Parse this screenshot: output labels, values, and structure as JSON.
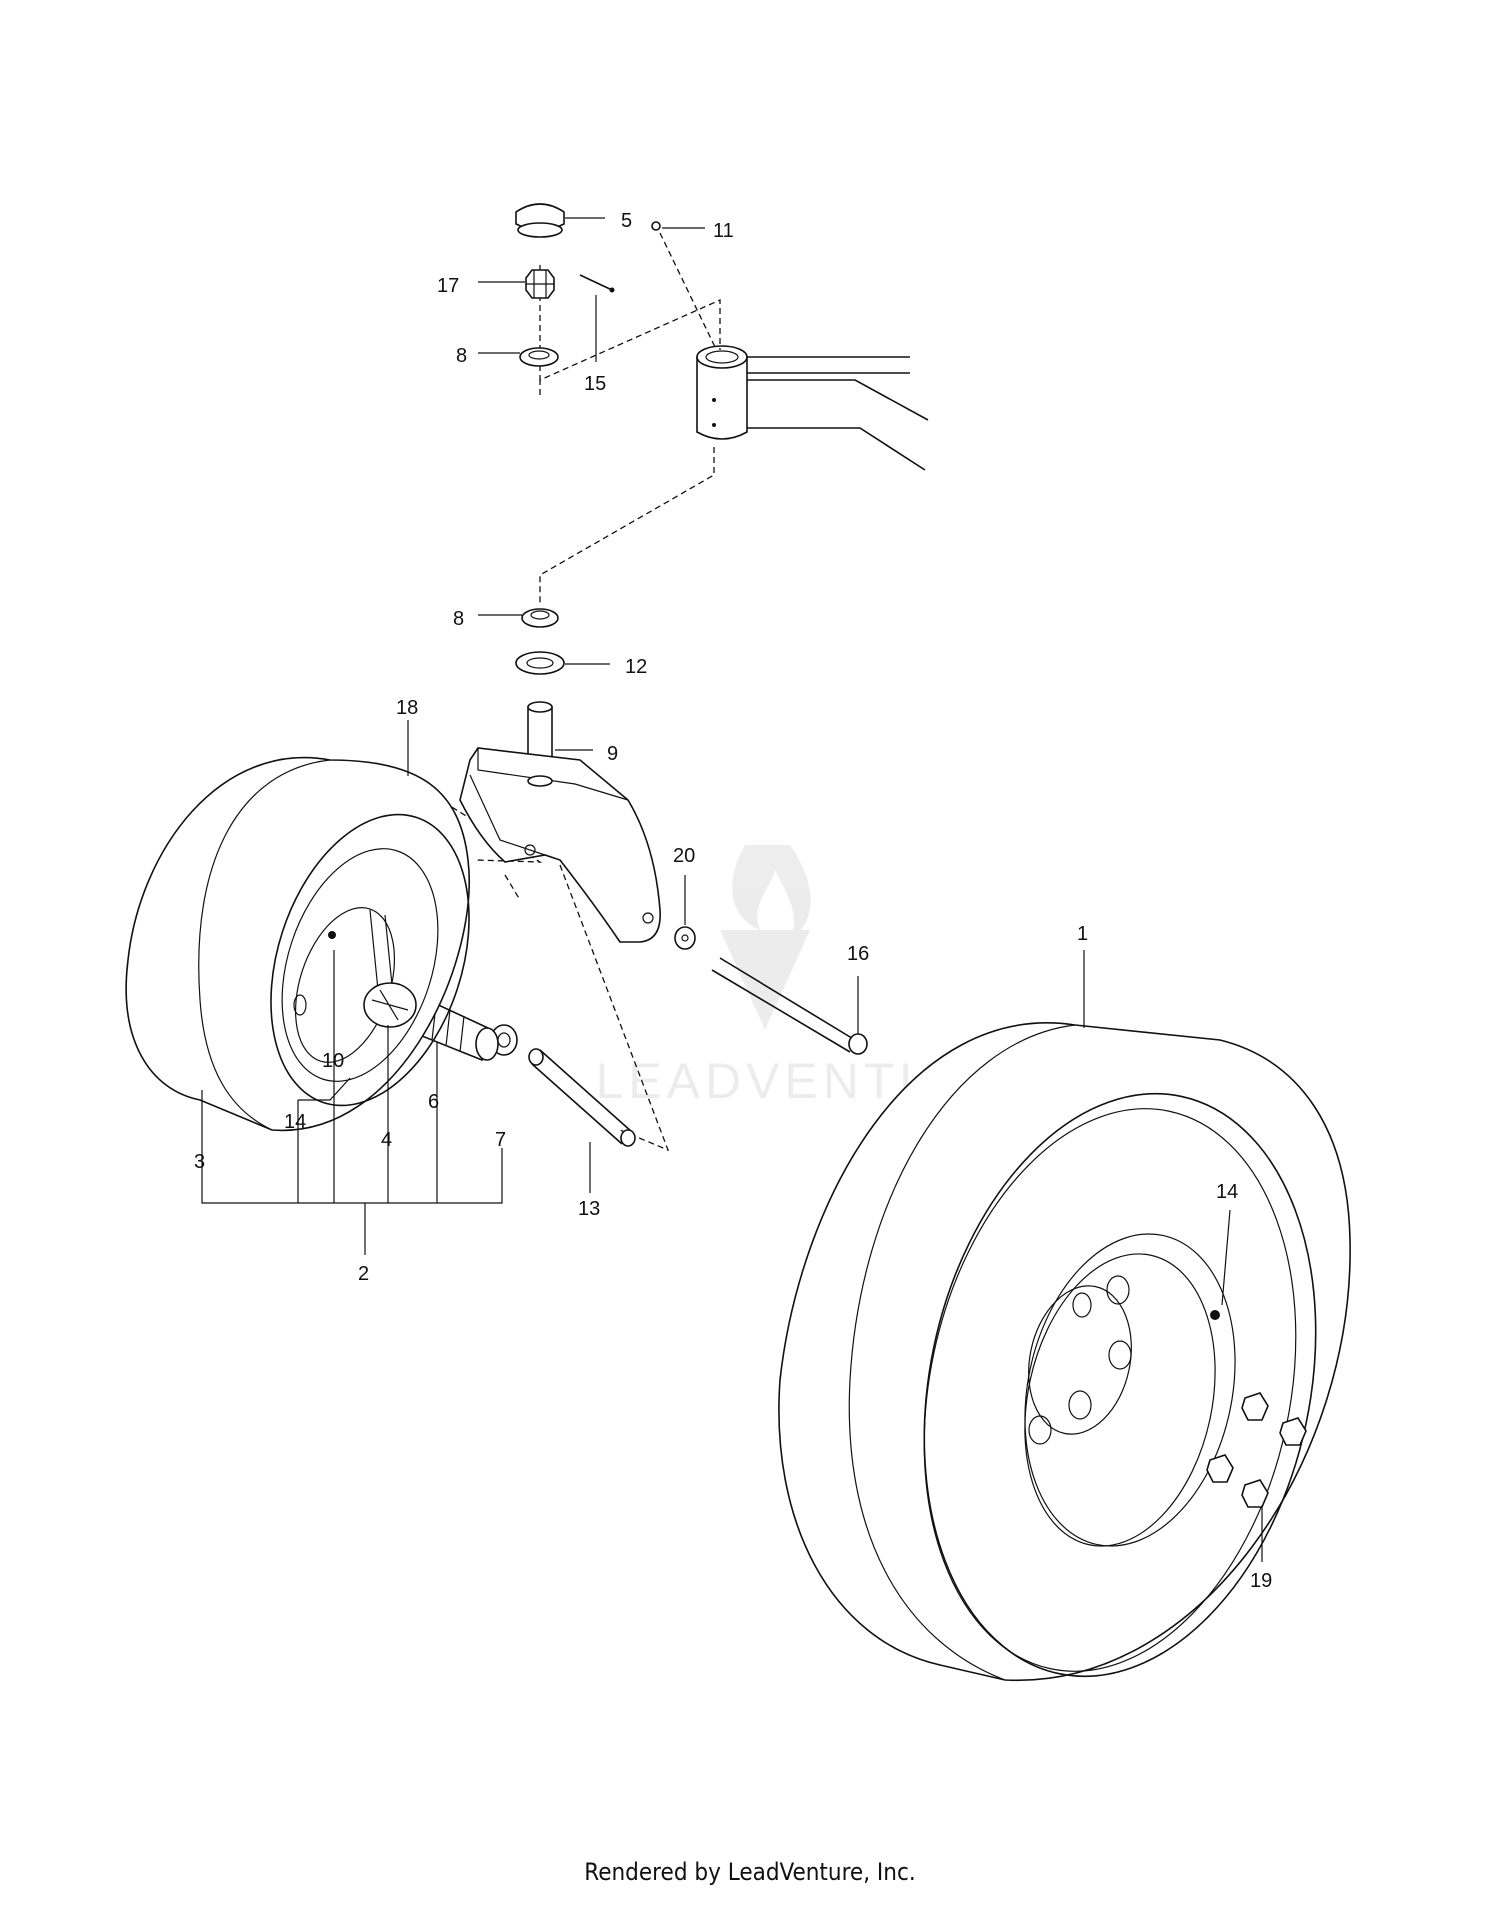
{
  "callouts": {
    "c1": "1",
    "c2": "2",
    "c3": "3",
    "c4": "4",
    "c5": "5",
    "c6": "6",
    "c7": "7",
    "c8a": "8",
    "c8b": "8",
    "c9": "9",
    "c10": "10",
    "c11": "11",
    "c12": "12",
    "c13": "13",
    "c14a": "14",
    "c14b": "14",
    "c15": "15",
    "c16": "16",
    "c17": "17",
    "c18": "18",
    "c19": "19",
    "c20": "20"
  },
  "watermark": "LEADVENTURE",
  "footer": "Rendered by LeadVenture, Inc."
}
